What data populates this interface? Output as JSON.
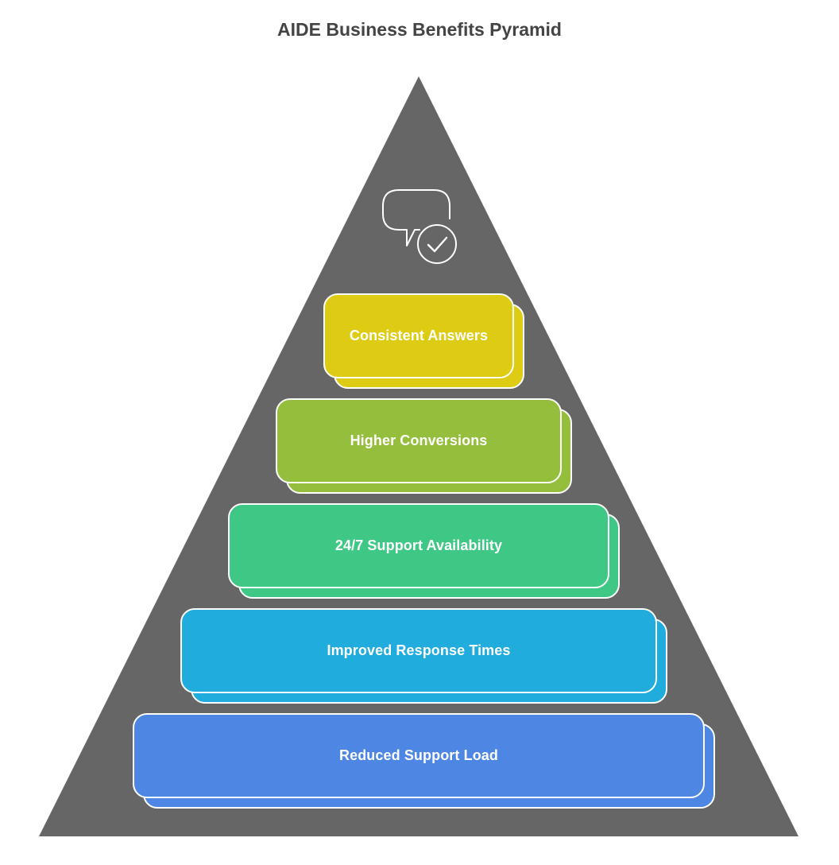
{
  "title": "AIDE Business Benefits Pyramid",
  "colors": {
    "pyramid": "#666666",
    "outline": "#ffffff"
  },
  "apex_icon": "speech-bubble-check-icon",
  "tiers": [
    {
      "label": "Consistent Answers",
      "color": "#DECB14"
    },
    {
      "label": "Higher Conversions",
      "color": "#95BE3C"
    },
    {
      "label": "24/7 Support Availability",
      "color": "#3EC785"
    },
    {
      "label": "Improved Response Times",
      "color": "#20ACDD"
    },
    {
      "label": "Reduced Support Load",
      "color": "#4E86E4"
    }
  ]
}
